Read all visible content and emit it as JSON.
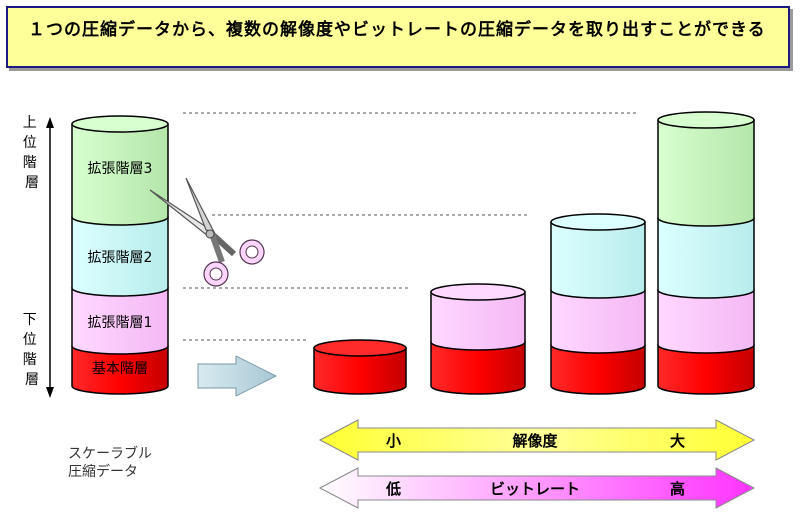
{
  "title": "１つの圧縮データから、複数の解像度やビットレートの圧縮データを取り出すことができる",
  "axis": {
    "upper_label": "上位階層",
    "lower_label": "下位階層"
  },
  "layers": {
    "enh3": "拡張階層3",
    "enh2": "拡張階層2",
    "enh1": "拡張階層1",
    "base": "基本階層"
  },
  "scalable_label": {
    "line1": "スケーラブル",
    "line2": "圧縮データ"
  },
  "resolution_arrow": {
    "low": "小",
    "label": "解像度",
    "high": "大"
  },
  "bitrate_arrow": {
    "low": "低",
    "label": "ビットレート",
    "high": "高"
  },
  "colors": {
    "title_bg": "#ffff99",
    "base": "#ee1111",
    "enh1": "#ffccff",
    "enh2": "#ccffff",
    "enh3": "#ccffcc",
    "resolution_arrow": "#ffff33",
    "bitrate_arrow": "#ff33ff"
  }
}
